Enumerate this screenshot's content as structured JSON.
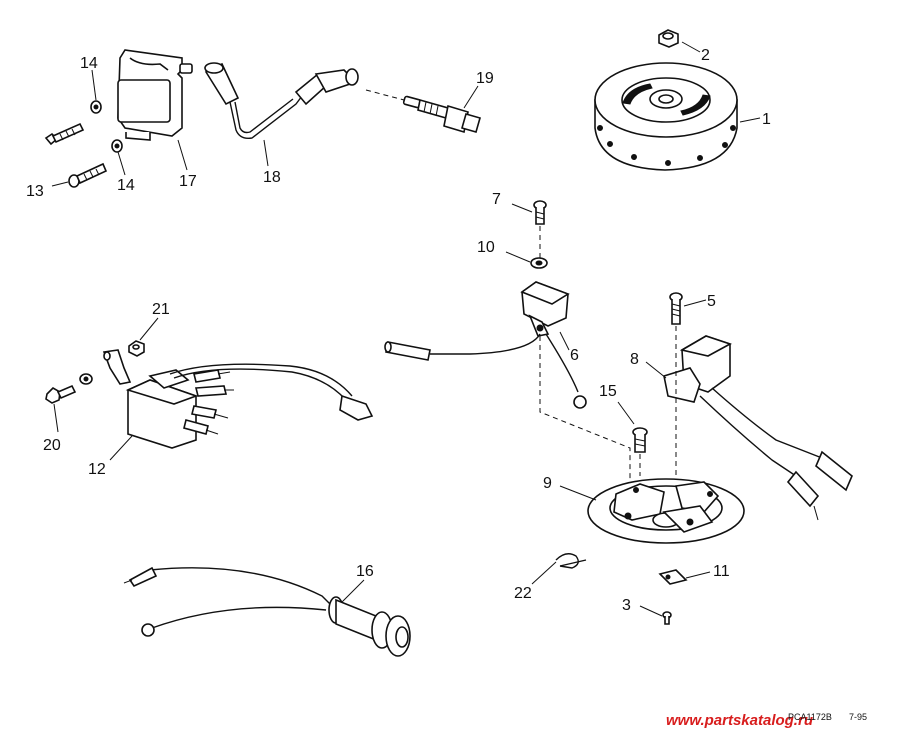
{
  "callouts": {
    "c1": "1",
    "c2": "2",
    "c3": "3",
    "c5": "5",
    "c6": "6",
    "c7": "7",
    "c8": "8",
    "c9": "9",
    "c10": "10",
    "c11": "11",
    "c12": "12",
    "c13": "13",
    "c14a": "14",
    "c14b": "14",
    "c15": "15",
    "c16": "16",
    "c17": "17",
    "c18": "18",
    "c19": "19",
    "c20": "20",
    "c21": "21",
    "c22": "22"
  },
  "footer": {
    "watermark": "www.partskatalog.ru",
    "figure_code": "PCA1172B",
    "figure_date": "7-95"
  }
}
